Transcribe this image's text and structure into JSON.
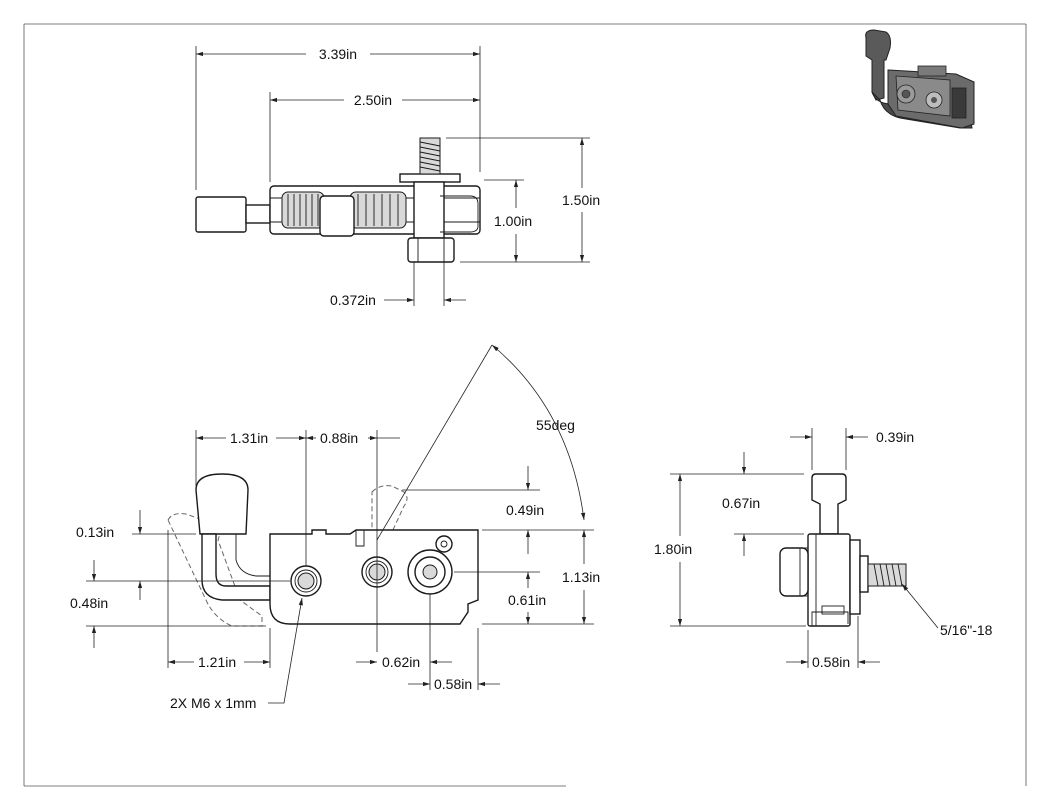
{
  "dimensions": {
    "top_overall_width": "3.39in",
    "top_body_width": "2.50in",
    "top_overall_height": "1.50in",
    "top_body_height": "1.00in",
    "top_stud_diameter": "0.372in",
    "front_handle_to_hole": "1.31in",
    "front_hole_spacing": "0.88in",
    "front_angle": "55deg",
    "front_upper_offset": "0.49in",
    "front_left_offset": "0.13in",
    "front_body_height": "1.13in",
    "front_hole_height_left": "0.48in",
    "front_hole_height_right": "0.61in",
    "front_handle_width": "1.21in",
    "front_hole_to_stud": "0.62in",
    "front_stud_to_edge": "0.58in",
    "front_thread_callout": "2X M6 x 1mm",
    "side_top_width": "0.39in",
    "side_upper_height": "0.67in",
    "side_overall_height": "1.80in",
    "side_thread_callout": "5/16\"-18",
    "side_body_width": "0.58in"
  },
  "icons": {
    "iso_view": "iso-latch-icon"
  }
}
